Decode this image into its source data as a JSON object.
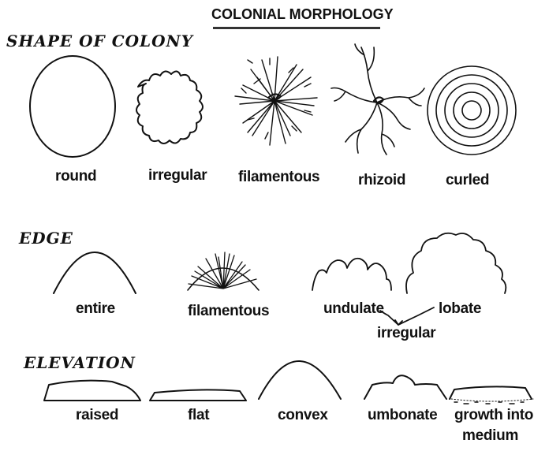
{
  "title": "COLONIAL MORPHOLOGY",
  "sections": {
    "shape": {
      "heading": "SHAPE OF COLONY",
      "items": [
        "round",
        "irregular",
        "filamentous",
        "rhizoid",
        "curled"
      ]
    },
    "edge": {
      "heading": "EDGE",
      "items": [
        "entire",
        "filamentous",
        "undulate",
        "lobate"
      ],
      "group_label": "irregular"
    },
    "elevation": {
      "heading": "ELEVATION",
      "items": [
        "raised",
        "flat",
        "convex",
        "umbonate",
        "growth into",
        "medium"
      ]
    }
  },
  "colors": {
    "ink": "#111111",
    "rule": "#333333",
    "background": "#ffffff"
  }
}
